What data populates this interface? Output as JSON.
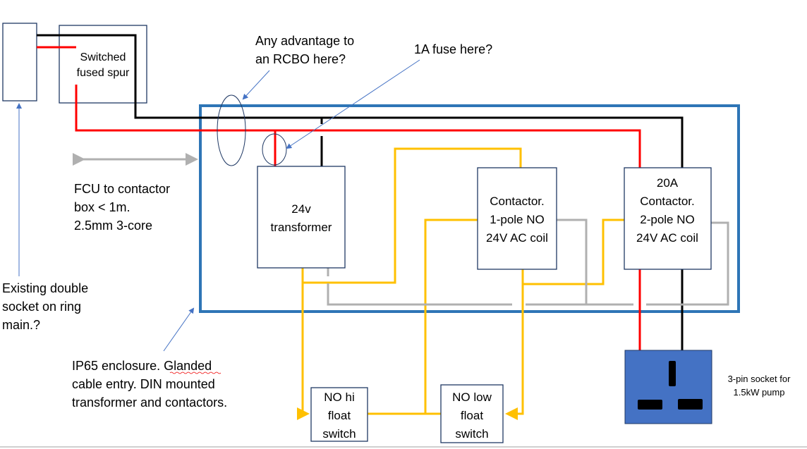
{
  "colors": {
    "live": "#ff0000",
    "neutral": "#000000",
    "control": "#ffc000",
    "earth": "#b0b0b0",
    "enclosure": "#2e75b6",
    "socket": "#4472c4",
    "annotation_arrow": "#4472c4"
  },
  "components": {
    "spur": [
      "Switched",
      "fused spur"
    ],
    "transformer": [
      "24v",
      "transformer"
    ],
    "contactor1": [
      "Contactor.",
      "1-pole NO",
      "24V AC coil"
    ],
    "contactor2": [
      "20A",
      "Contactor.",
      "2-pole NO",
      "24V AC coil"
    ],
    "hi_switch": [
      "NO hi",
      "float",
      "switch"
    ],
    "low_switch": [
      "NO low",
      "float",
      "switch"
    ],
    "socket_label": [
      "3-pin socket for",
      "1.5kW pump"
    ]
  },
  "annotations": {
    "rcbo": [
      "Any advantage to",
      "an RCBO here?"
    ],
    "fuse": "1A fuse here?",
    "fcu": [
      "FCU to contactor",
      "box < 1m.",
      "2.5mm 3-core"
    ],
    "existing": [
      "Existing double",
      "socket on ring",
      "main.?"
    ],
    "enclosure": [
      "IP65 enclosure. Glanded",
      "cable entry. DIN mounted",
      "transformer and contactors."
    ]
  }
}
